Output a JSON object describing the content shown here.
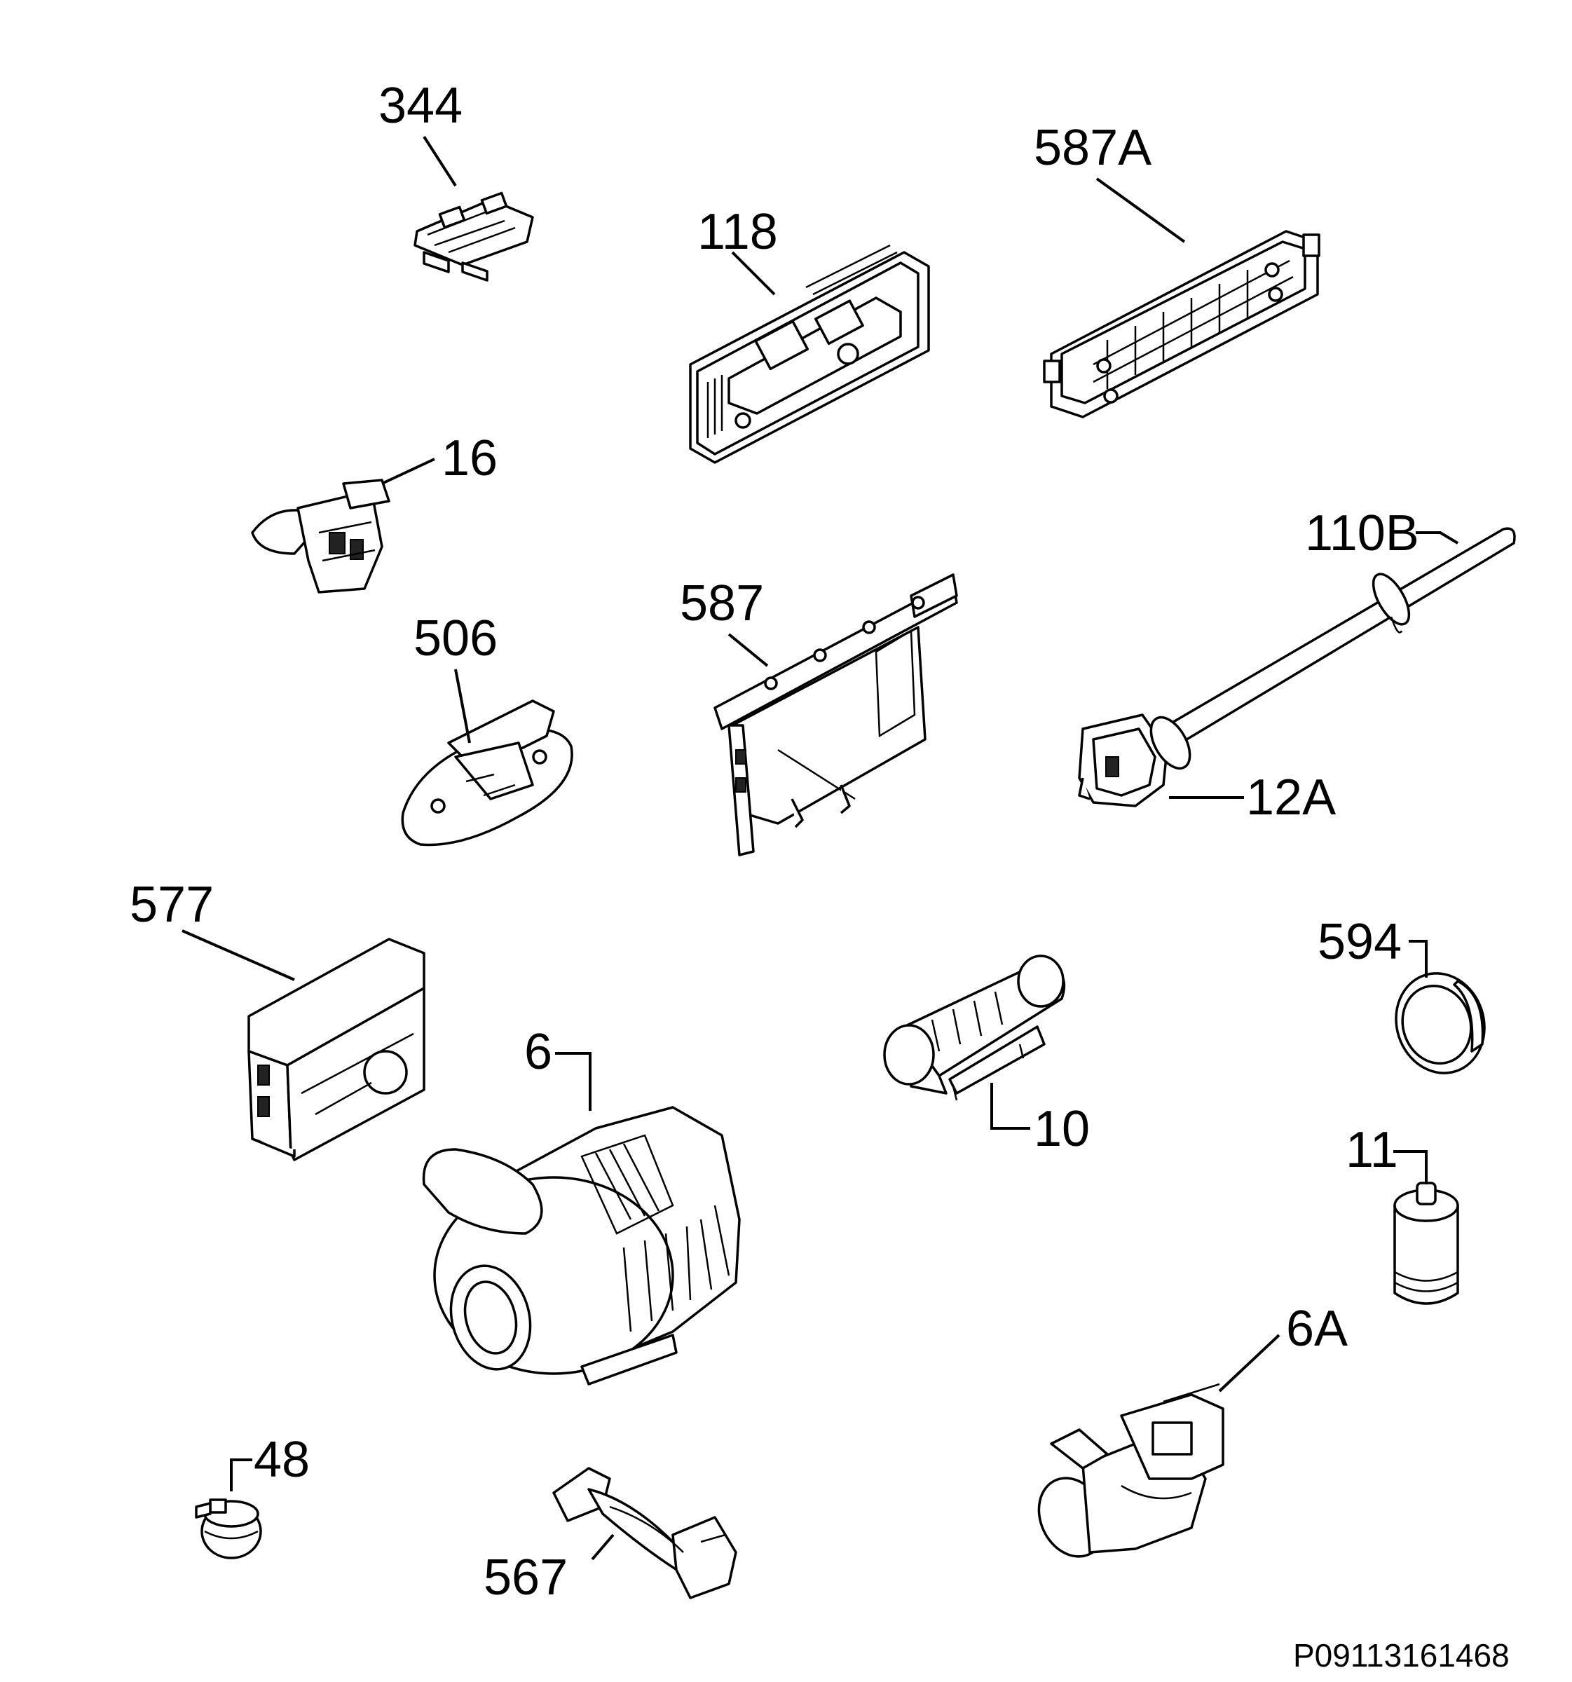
{
  "diagram": {
    "labels": {
      "p344": "344",
      "p587A": "587A",
      "p118": "118",
      "p16": "16",
      "p110B": "110B",
      "p587": "587",
      "p506": "506",
      "p12A": "12A",
      "p577": "577",
      "p594": "594",
      "p6": "6",
      "p10": "10",
      "p11": "11",
      "p6A": "6A",
      "p48": "48",
      "p567": "567"
    },
    "document_id": "P09113161468"
  }
}
